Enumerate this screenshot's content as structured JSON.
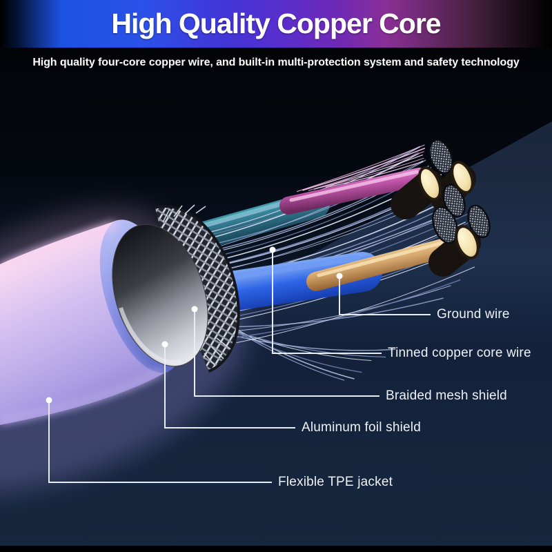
{
  "banner": {
    "title": "High Quality Copper Core",
    "subtitle": "High quality four-core copper wire, and built-in multi-protection system and safety technology",
    "gradient": [
      "#000000",
      "#1c52e0",
      "#4433d6",
      "#8a2f96",
      "#45203e",
      "#000000"
    ],
    "text_color": "#ffffff"
  },
  "diagram": {
    "type": "labeled-cutaway",
    "subject": "four-core copper cable cross-section",
    "labels": [
      {
        "id": "ground-wire",
        "text": "Ground wire"
      },
      {
        "id": "tinned-copper-core-wire",
        "text": "Tinned copper core wire"
      },
      {
        "id": "braided-mesh-shield",
        "text": "Braided mesh shield"
      },
      {
        "id": "aluminum-foil-shield",
        "text": "Aluminum foil shield"
      },
      {
        "id": "flexible-tpe-jacket",
        "text": "Flexible TPE jacket"
      }
    ],
    "colors": {
      "background_top": "#010205",
      "background_bottom": "#16273e",
      "jacket_lavender": "#c2b2ec",
      "jacket_rim_periwinkle": "#8d96e6",
      "foil_gray": "#b3b5bf",
      "mesh_silver": "#cdd2dc",
      "strand_silver": "#b4c0e5",
      "insulation_blue": "#2e66e8",
      "insulation_teal": "#3f93a8",
      "wire_magenta": "#c054a8",
      "copper_tan": "#d9ab72",
      "copper_face_cream": "#f3e2ae",
      "leader_line": "#e8edf5"
    }
  }
}
